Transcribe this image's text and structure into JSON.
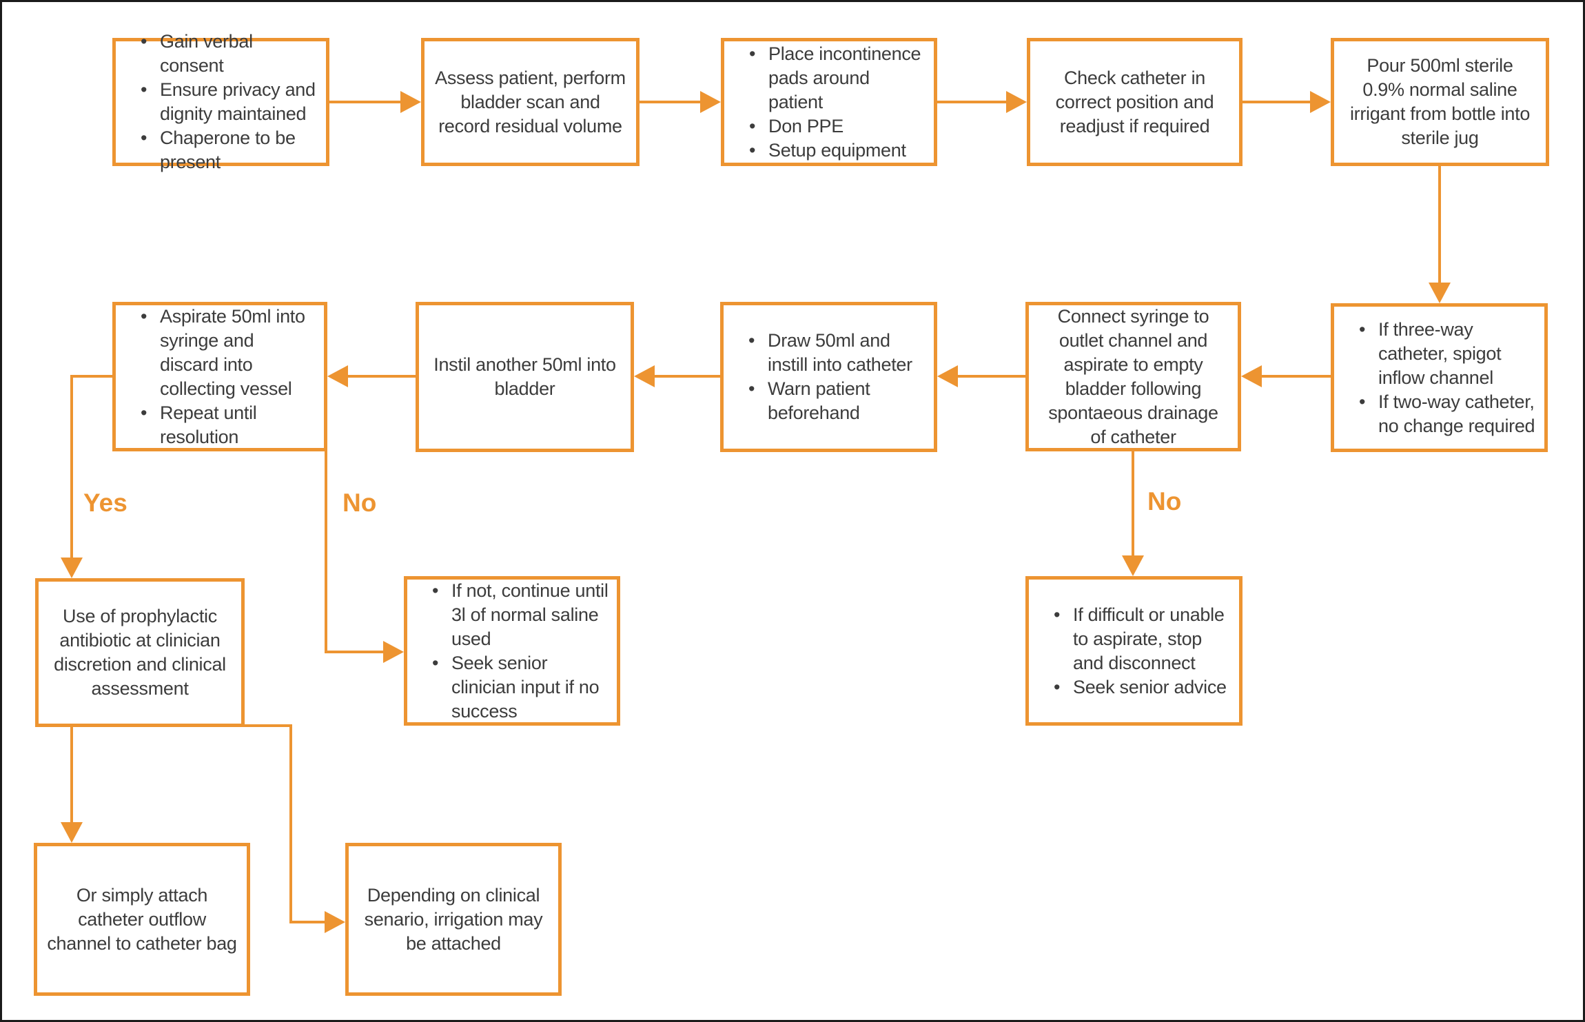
{
  "colors": {
    "accent": "#ED9431",
    "text": "#3C3C3C",
    "frame_border": "#1B1B1B",
    "background": "#FFFFFF"
  },
  "labels": {
    "yes": "Yes",
    "no_resolution": "No",
    "no_aspiration": "No"
  },
  "boxes": {
    "box1": {
      "items": [
        "Gain verbal consent",
        "Ensure privacy and dignity maintained",
        "Chaperone to be present"
      ]
    },
    "box2": {
      "text": "Assess patient, perform bladder scan and record residual volume"
    },
    "box3": {
      "items": [
        "Place incontinence pads around patient",
        "Don PPE",
        "Setup equipment"
      ]
    },
    "box4": {
      "text": "Check catheter in correct position and readjust if required"
    },
    "box5": {
      "text": "Pour 500ml sterile 0.9% normal saline irrigant from bottle into sterile jug"
    },
    "box6": {
      "items": [
        "If three-way catheter, spigot inflow channel",
        "If two-way catheter, no change required"
      ]
    },
    "box7": {
      "text": "Connect syringe to outlet channel and aspirate to empty bladder following spontaeous drainage of catheter"
    },
    "box8": {
      "items": [
        "Draw 50ml and instill into catheter",
        "Warn patient beforehand"
      ]
    },
    "box9": {
      "text": "Instil another 50ml into bladder"
    },
    "box10": {
      "items": [
        "Aspirate 50ml into syringe and discard into collecting vessel",
        "Repeat until resolution"
      ]
    },
    "box11": {
      "text": "Use of prophylactic antibiotic at clinician discretion and clinical assessment"
    },
    "box12": {
      "items": [
        "If not, continue until 3l of normal saline used",
        "Seek senior clinician input if no success"
      ]
    },
    "box13": {
      "items": [
        "If difficult or unable to aspirate, stop and disconnect",
        "Seek senior advice"
      ]
    },
    "box14": {
      "text": "Or simply attach catheter outflow channel to catheter bag"
    },
    "box15": {
      "text": "Depending on clinical senario, irrigation may be attached"
    }
  }
}
